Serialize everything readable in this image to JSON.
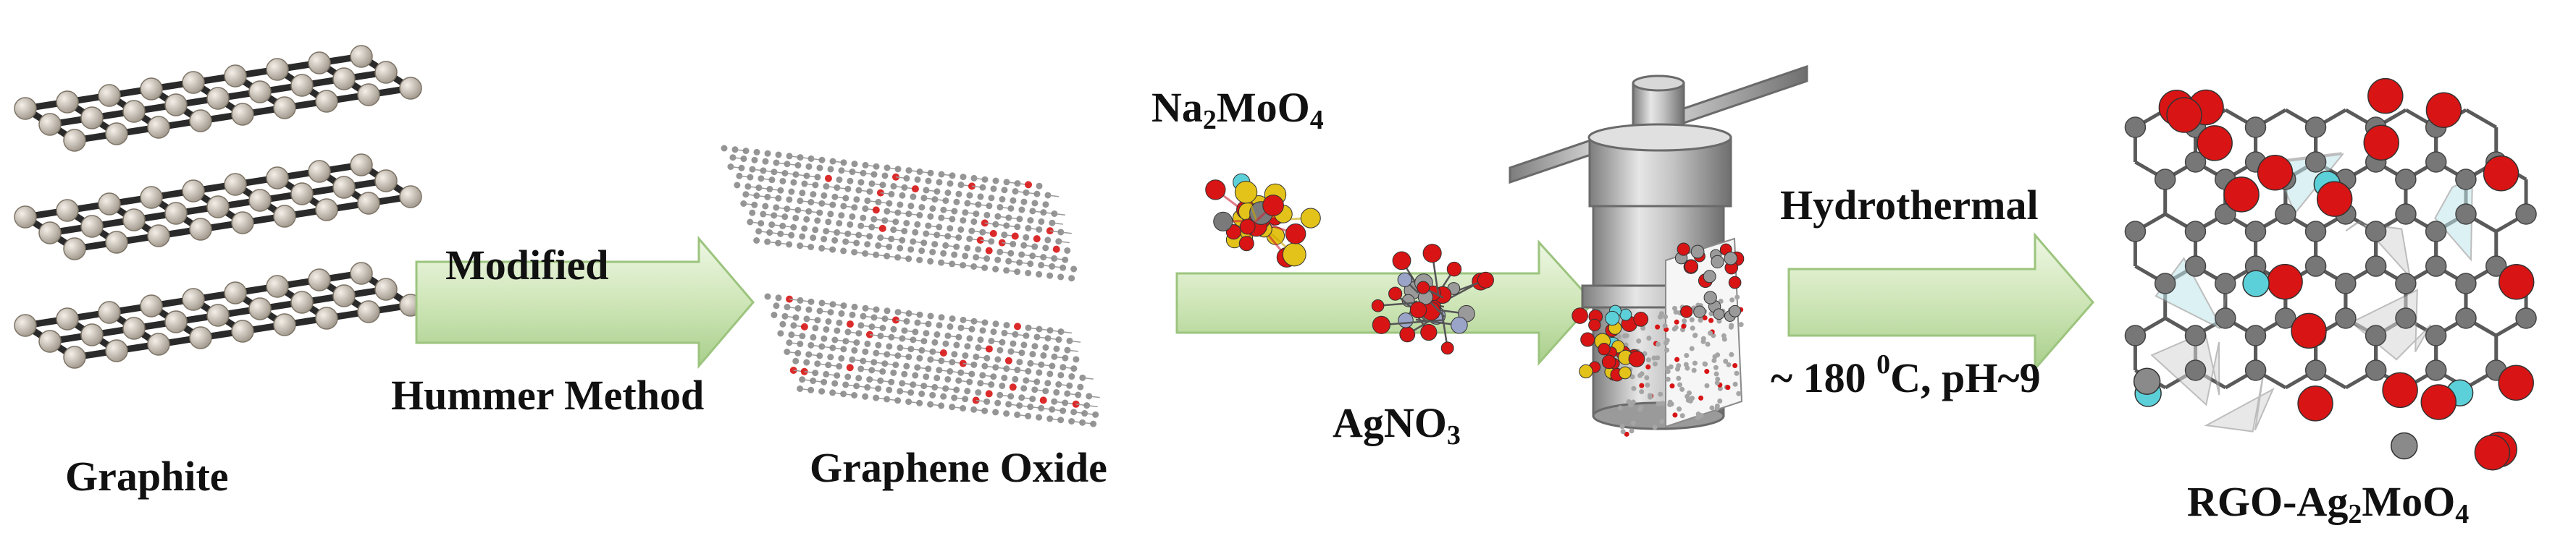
{
  "labels": {
    "graphite": "Graphite",
    "step1_top": "Modified",
    "step1_bottom": "Hummer Method",
    "graphene_oxide": "Graphene Oxide",
    "na_prefix": "Na",
    "na_sub": "2",
    "na_mid": "MoO",
    "na_sub2": "4",
    "ag_prefix": "AgNO",
    "ag_sub": "3",
    "hydrothermal": "Hydrothermal",
    "cond_prefix": "~ 180 ",
    "cond_sup": "0",
    "cond_suffix": "C, pH~9",
    "product_prefix": "RGO-Ag",
    "product_sub": "2",
    "product_mid": "MoO",
    "product_sub2": "4"
  },
  "colors": {
    "arrow_fill": "#cfe6b8",
    "arrow_edge": "#9cc47e",
    "graphite_atom": "#cfc5b8",
    "carbon_gray": "#7a7a7a",
    "oxygen_red": "#d81414",
    "molybdenum_yellow": "#e3c21a",
    "silver_cyan": "#5cd0d8",
    "vessel_gray": "#b5b5b5"
  },
  "icons": [
    "graphite-layers-icon",
    "graphene-oxide-sheets-icon",
    "na2moo4-cluster-icon",
    "agno3-cluster-icon",
    "autoclave-icon",
    "rgo-ag2moo4-structure-icon"
  ]
}
